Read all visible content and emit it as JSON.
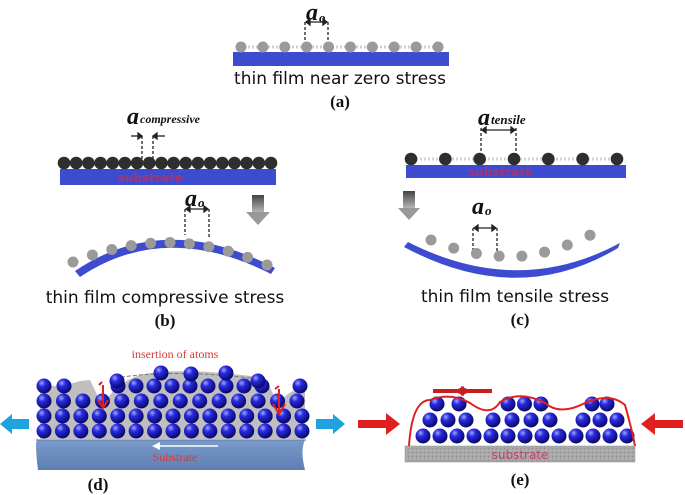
{
  "figure": {
    "panels": {
      "a": {
        "label": "(a)",
        "caption": "thin film near zero stress",
        "lattice_symbol": "a",
        "lattice_subscript": "o",
        "atom_count": 10
      },
      "b": {
        "label": "(b)",
        "caption": "thin film compressive stress",
        "lattice_symbol": "a",
        "lattice_subscript": "compressive",
        "relaxed_symbol": "a",
        "relaxed_subscript": "o",
        "substrate_label": "substrate",
        "flat_atom_count": 18,
        "curved_atom_count": 11
      },
      "c": {
        "label": "(c)",
        "caption": "thin film tensile stress",
        "lattice_symbol": "a",
        "lattice_subscript": "tensile",
        "relaxed_symbol": "a",
        "relaxed_subscript": "o",
        "substrate_label": "substrate",
        "flat_atom_count": 7,
        "curved_atom_count": 8
      },
      "d": {
        "label": "(d)",
        "annotation": "insertion of atoms",
        "substrate_label": "Substrate"
      },
      "e": {
        "label": "(e)",
        "substrate_label": "substrate"
      }
    },
    "colors": {
      "substrate_blue": "#3c4bd0",
      "atom_gray": "#9a9a9a",
      "atom_dark": "#2e2e2e",
      "atom_blue": "#1a1ab8",
      "arrow_cyan": "#1fa3e0",
      "arrow_red": "#e02020",
      "substrate_steel": "#6f8fc0",
      "substrate_gray": "#a9a9a9"
    }
  }
}
